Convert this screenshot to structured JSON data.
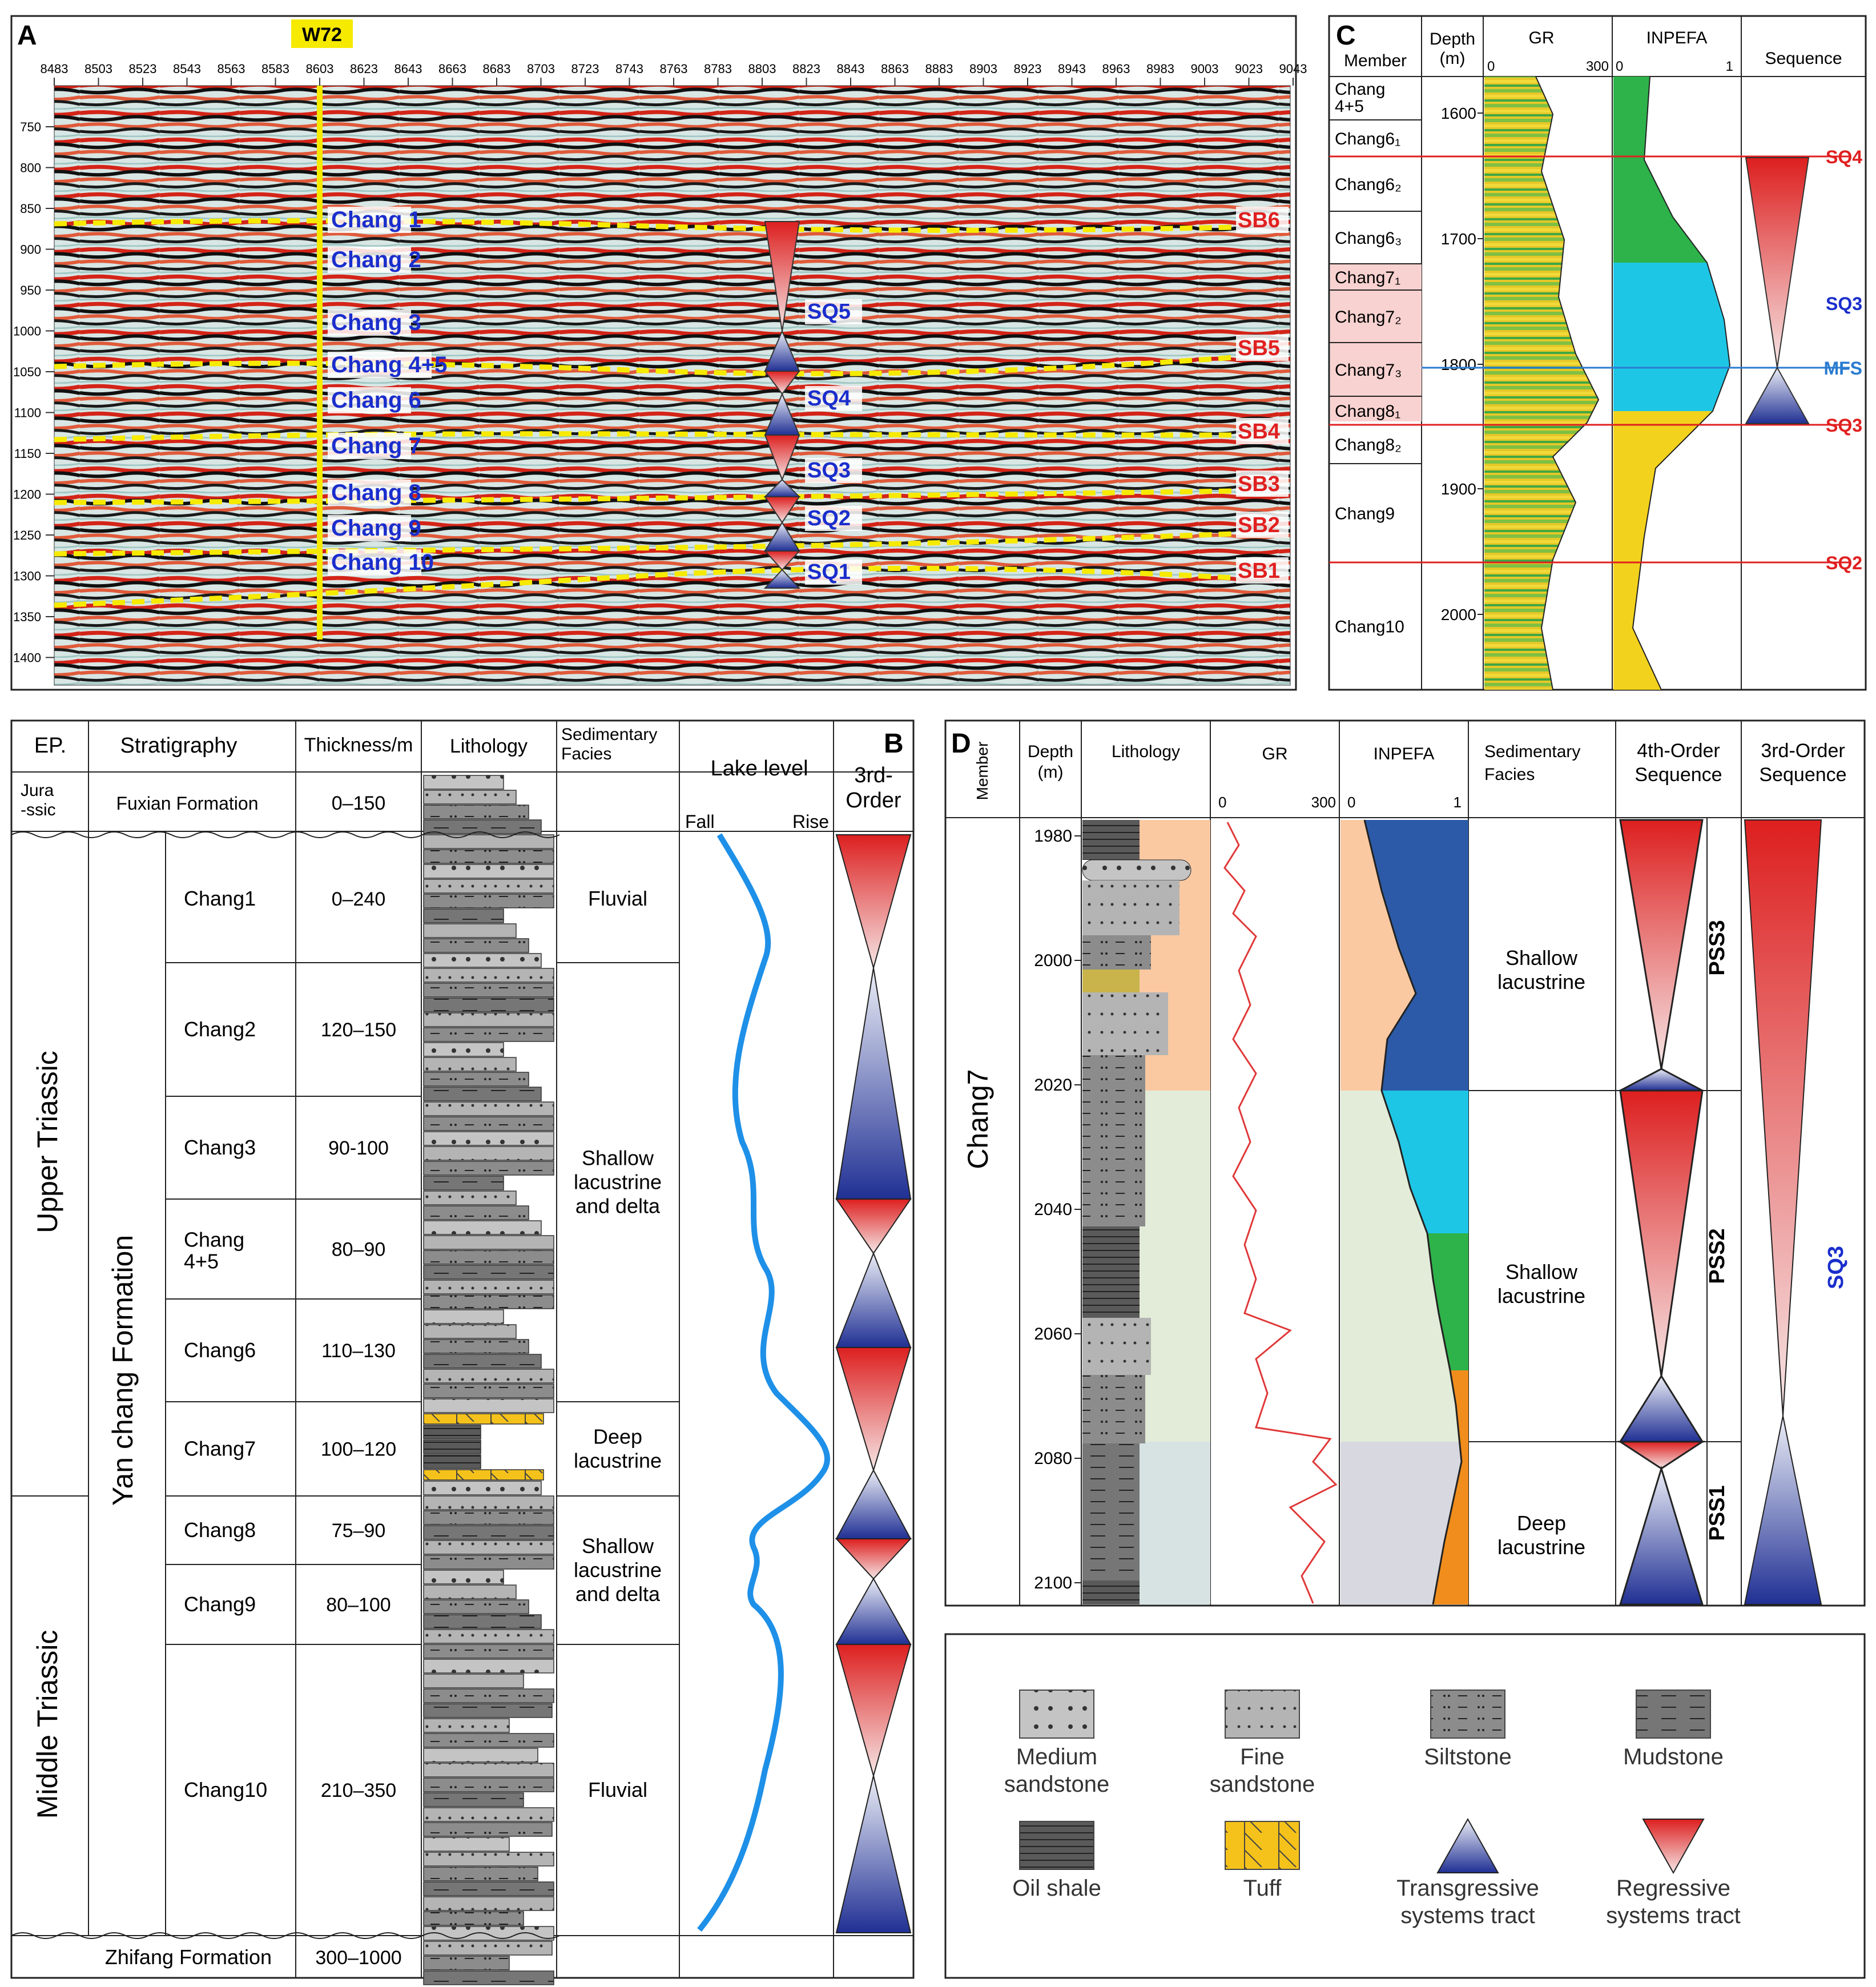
{
  "panelA": {
    "label": "A",
    "well": "W72",
    "xticks": [
      "8483",
      "8503",
      "8523",
      "8543",
      "8563",
      "8583",
      "8603",
      "8623",
      "8643",
      "8663",
      "8683",
      "8703",
      "8723",
      "8743",
      "8763",
      "8783",
      "8803",
      "8823",
      "8843",
      "8863",
      "8883",
      "8903",
      "8923",
      "8943",
      "8963",
      "8983",
      "9003",
      "9023",
      "9043"
    ],
    "yticks": [
      "750",
      "800",
      "850",
      "900",
      "950",
      "1000",
      "1050",
      "1100",
      "1150",
      "1200",
      "1250",
      "1300",
      "1350",
      "1400"
    ],
    "members": [
      "Chang 1",
      "Chang 2",
      "Chang 3",
      "Chang 4+5",
      "Chang 6",
      "Chang 7",
      "Chang 8",
      "Chang 9",
      "Chang 10"
    ],
    "boundaries": [
      "SB6",
      "SB5",
      "SB4",
      "SB3",
      "SB2",
      "SB1"
    ],
    "sequences": [
      "SQ5",
      "SQ4",
      "SQ3",
      "SQ2",
      "SQ1"
    ]
  },
  "panelC": {
    "label": "C",
    "headers": {
      "member": "Member",
      "depth": "Depth",
      "depth_unit": "(m)",
      "gr": "GR",
      "inpefa": "INPEFA",
      "sequence": "Sequence"
    },
    "gr_scale": [
      "0",
      "300"
    ],
    "inpefa_scale": [
      "0",
      "1"
    ],
    "members": [
      "Chang 4+5",
      "Chang6₁",
      "Chang6₂",
      "Chang6₃",
      "Chang7₁",
      "Chang7₂",
      "Chang7₃",
      "Chang8₁",
      "Chang8₂",
      "Chang9",
      "Chang10"
    ],
    "depths": [
      "1600",
      "1700",
      "1800",
      "1900",
      "2000"
    ],
    "labels": {
      "sq4": "SQ4",
      "sq3": "SQ3",
      "mfs": "MFS",
      "sq3b": "SQ3",
      "sq2": "SQ2"
    }
  },
  "panelB": {
    "label": "B",
    "headers": {
      "ep": "EP.",
      "strat": "Stratigraphy",
      "thick": "Thickness/m",
      "lith": "Lithology",
      "facies": "Sedimentary Facies",
      "lake": "Lake level",
      "order": "3rd-Order"
    },
    "lake_fall": "Fall",
    "lake_rise": "Rise",
    "jurassic": "Jura -ssic",
    "fuxian": "Fuxian Formation",
    "fuxian_thick": "0–150",
    "upper": "Upper Triassic",
    "middle": "Middle Triassic",
    "yanchang": "Yan chang Formation",
    "zhifang": "Zhifang Formation",
    "zhifang_thick": "300–1000",
    "rows": [
      {
        "name": "Chang1",
        "thick": "0–240"
      },
      {
        "name": "Chang2",
        "thick": "120–150"
      },
      {
        "name": "Chang3",
        "thick": "90-100"
      },
      {
        "name": "Chang 4+5",
        "thick": "80–90"
      },
      {
        "name": "Chang6",
        "thick": "110–130"
      },
      {
        "name": "Chang7",
        "thick": "100–120"
      },
      {
        "name": "Chang8",
        "thick": "75–90"
      },
      {
        "name": "Chang9",
        "thick": "80–100"
      },
      {
        "name": "Chang10",
        "thick": "210–350"
      }
    ],
    "facies": [
      "Fluvial",
      "Shallow lacustrine and delta",
      "Deep lacustrine",
      "Shallow lacustrine and delta",
      "Fluvial"
    ]
  },
  "panelD": {
    "label": "D",
    "headers": {
      "member": "Member",
      "depth": "Depth",
      "depth_unit": "(m)",
      "lith": "Lithology",
      "gr": "GR",
      "inpefa": "INPEFA",
      "facies": "Sedimentary Facies",
      "fourth": "4th-Order Sequence",
      "third": "3rd-Order Sequence"
    },
    "gr_scale": [
      "0",
      "300"
    ],
    "inpefa_scale": [
      "0",
      "1"
    ],
    "member": "Chang7",
    "depths": [
      "1980",
      "2000",
      "2020",
      "2040",
      "2060",
      "2080",
      "2100"
    ],
    "facies": [
      "Shallow lacustrine",
      "Shallow lacustrine",
      "Deep lacustrine"
    ],
    "pss": [
      "PSS3",
      "PSS2",
      "PSS1"
    ],
    "sq": "SQ3"
  },
  "legend": {
    "items": [
      "Medium sandstone",
      "Fine sandstone",
      "Siltstone",
      "Mudstone",
      "Oil shale",
      "Tuff",
      "Transgressive systems tract",
      "Regressive systems tract"
    ]
  },
  "colors": {
    "red": "#e02020",
    "blue": "#1a2ecc",
    "yellow": "#f6ea00",
    "seq_red": "#dd2a2a",
    "seq_blue": "#2a3a9a",
    "lake": "#1e90e8"
  }
}
